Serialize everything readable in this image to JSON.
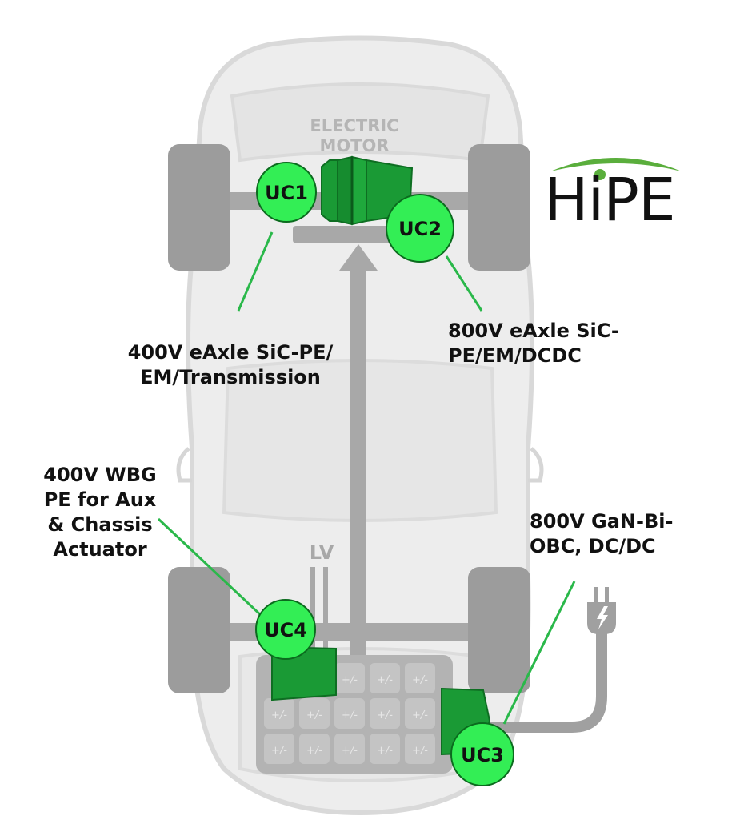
{
  "diagram": {
    "motor_label_line1": "ELECTRIC",
    "motor_label_line2": "MOTOR",
    "lv_label": "LV",
    "battery_cell_label": "+/-",
    "use_cases": [
      {
        "id": "UC1",
        "label_lines": [
          "400V eAxle SiC-PE/",
          "EM/Transmission"
        ]
      },
      {
        "id": "UC2",
        "label_lines": [
          "800V eAxle SiC-",
          "PE/EM/DCDC"
        ]
      },
      {
        "id": "UC3",
        "label_lines": [
          "800V GaN-Bi-",
          "OBC, DC/DC"
        ]
      },
      {
        "id": "UC4",
        "label_lines": [
          "400V WBG",
          "PE for Aux",
          "& Chassis",
          "Actuator"
        ]
      }
    ]
  },
  "logo": {
    "text": "HiPE"
  },
  "colors": {
    "uc_fill": "#33ee55",
    "uc_stroke": "#0b6b1e",
    "module_fill": "#1a9a35",
    "leader_line": "#2ab84a",
    "car_body": "#ececec",
    "car_outline": "#d8d8d8",
    "wheel": "#9a9a9a",
    "axle": "#a8a8a8",
    "arrow": "#a8a8a8",
    "logo_green": "#5aae3c",
    "label_text": "#111111"
  }
}
